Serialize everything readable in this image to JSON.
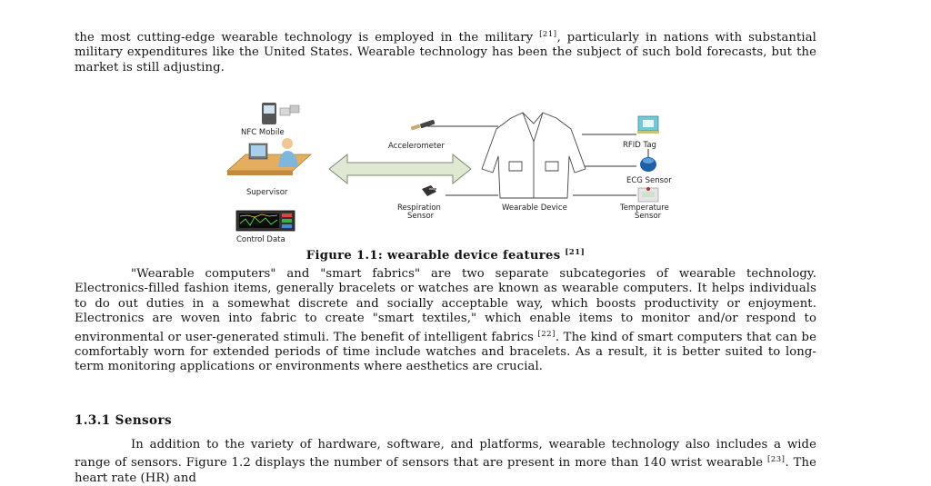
{
  "intro": {
    "text": "the most cutting-edge wearable technology is employed in the military",
    "ref": "[21]",
    "text_after": ", particularly in nations with substantial military expenditures like the United States. Wearable technology has been the subject of such bold forecasts, but the market is still adjusting."
  },
  "figure": {
    "labels": {
      "nfc_mobile": "NFC Mobile",
      "supervisor": "Supervisor",
      "control_data": "Control Data",
      "accelerometer": "Accelerometer",
      "respiration_1": "Respiration",
      "respiration_2": "Sensor",
      "wearable_device": "Wearable Device",
      "rfid_tag": "RFID Tag",
      "ecg_sensor": "ECG Sensor",
      "temperature_1": "Temperature",
      "temperature_2": "Sensor"
    },
    "caption": "Figure 1.1: wearable device features",
    "caption_ref": "[21]"
  },
  "paragraph2": {
    "text_before": "\"Wearable computers\" and \"smart fabrics\" are two separate subcategories of wearable technology. Electronics-filled fashion items, generally bracelets or watches are known as wearable computers. It helps individuals to do out duties in a somewhat discrete and socially acceptable way, which boosts productivity or enjoyment. Electronics are woven into fabric to create \"smart textiles,\" which enable items to monitor and/or respond to environmental or user-generated stimuli. The benefit of intelligent fabrics",
    "ref": "[22]",
    "text_after": ". The kind of smart computers that can be comfortably worn for extended periods of time include watches and bracelets. As a result, it is better suited to long-term monitoring applications or environments where aesthetics are crucial."
  },
  "section": {
    "heading": "1.3.1 Sensors"
  },
  "paragraph3": {
    "text_before": "In addition to the variety of hardware, software, and platforms, wearable technology also includes a wide range of sensors. Figure 1.2 displays the number of sensors that are present in more than 140 wrist wearable",
    "ref": "[23]",
    "text_after": ". The heart rate (HR) and"
  }
}
